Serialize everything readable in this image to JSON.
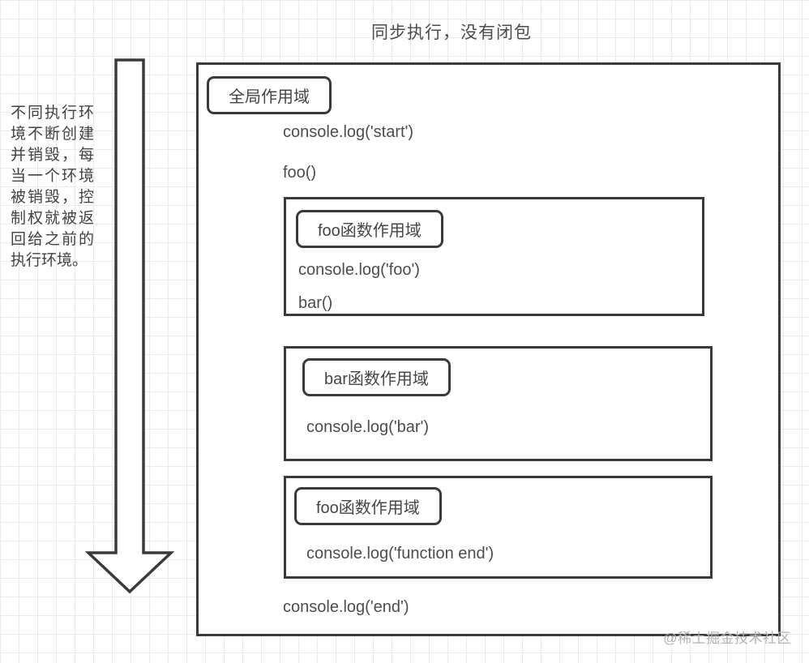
{
  "title": "同步执行，没有闭包",
  "side_note": "不同执行环境不断创建并销毁，每当一个环境被销毁，控制权就被返回给之前的执行环境。",
  "icons": {
    "flow_arrow": "down-arrow"
  },
  "global_scope": {
    "label": "全局作用域",
    "line_start": "console.log('start')",
    "line_foo_call": "foo()",
    "line_end": "console.log('end')"
  },
  "frames": [
    {
      "label": "foo函数作用域",
      "lines": [
        "console.log('foo')",
        "bar()"
      ]
    },
    {
      "label": "bar函数作用域",
      "lines": [
        "console.log('bar')"
      ]
    },
    {
      "label": "foo函数作用域",
      "lines": [
        "console.log('function end')"
      ]
    }
  ],
  "watermark": "@稀土掘金技术社区",
  "colors": {
    "stroke": "#3a3a3a",
    "grid": "#ebebeb",
    "text": "#4d4d4d",
    "watermark": "#b2b2b2"
  }
}
